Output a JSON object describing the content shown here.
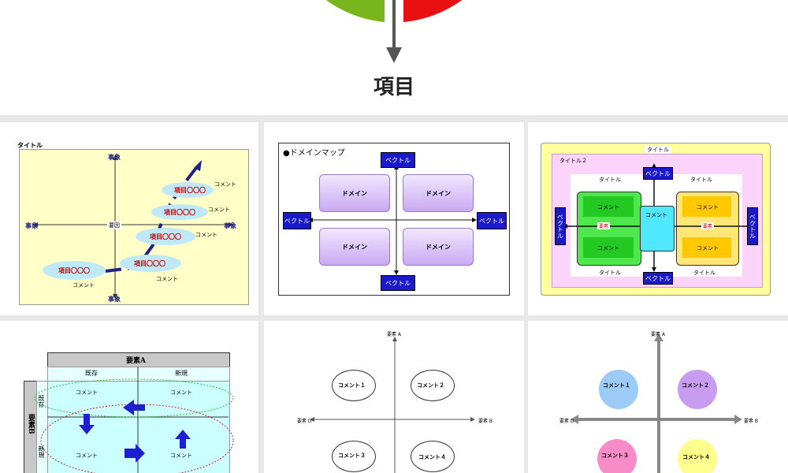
{
  "top": {
    "title": "項目"
  },
  "colors": {
    "green": "#79b51c",
    "red": "#e81010",
    "arrow": "#555555"
  },
  "card1": {
    "title": "タイトル",
    "axis_top": "事象",
    "axis_bottom": "事象",
    "axis_left": "事象",
    "axis_right": "事象",
    "center": "要因",
    "items": [
      "項目〇〇〇",
      "項目〇〇〇",
      "項目〇〇〇",
      "項目〇〇〇",
      "項目〇〇〇"
    ],
    "comment": "コメント"
  },
  "card2": {
    "title": "●ドメインマップ",
    "vector": "ベクトル",
    "domain": "ドメイン"
  },
  "card3": {
    "title": "タイトル",
    "title2": "タイトル２",
    "sub": "タイトル",
    "vector": "ベクトル",
    "comment": "コメント",
    "factor": "要素"
  },
  "card4": {
    "header": "要素A",
    "col1": "既存",
    "col2": "新規",
    "row_header": "要素B",
    "row1": "既存",
    "row2": "新規",
    "comment": "コメント"
  },
  "card5": {
    "axis_a": "要素 A",
    "axis_b": "要素 B",
    "axis_d": "要素 D",
    "comments": [
      "コメント１",
      "コメント２",
      "コメント３",
      "コメント４"
    ]
  },
  "card6": {
    "axis_a": "要素 A",
    "axis_b": "要素 B",
    "axis_d": "要素 D",
    "comments": [
      "コメント１",
      "コメント２",
      "コメント３",
      "コメント４"
    ]
  }
}
